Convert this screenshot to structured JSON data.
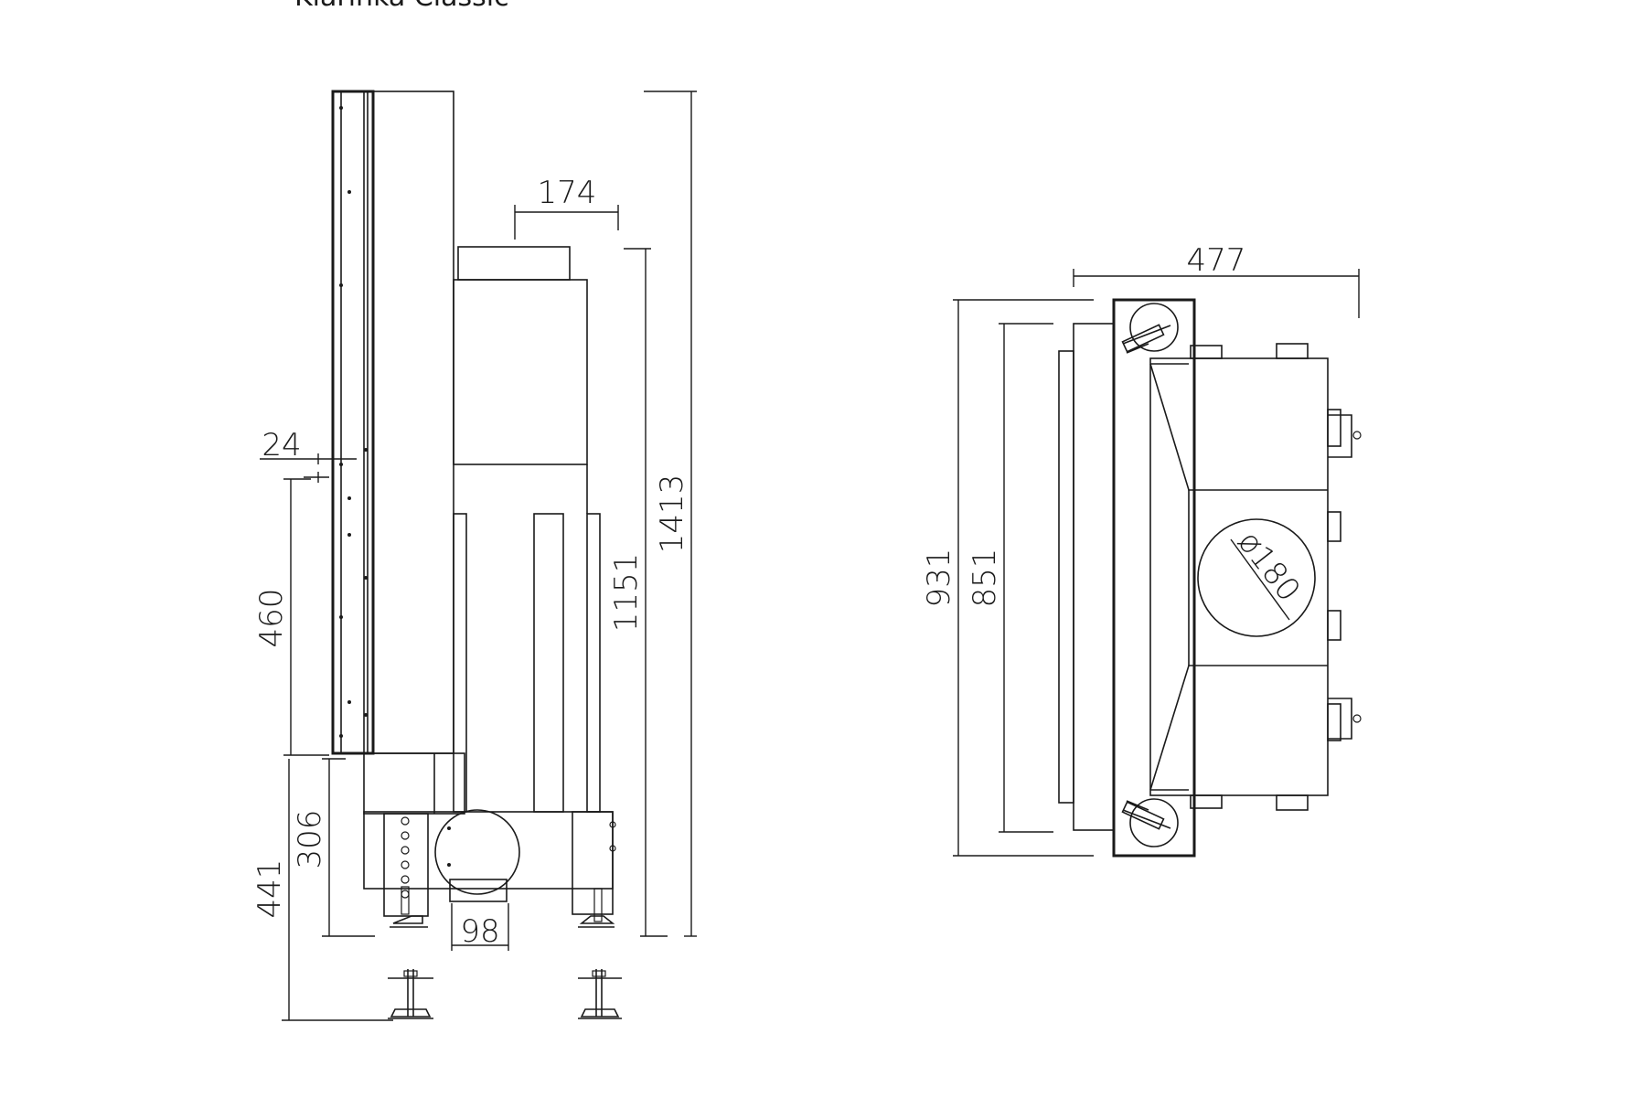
{
  "title": "Klarinka Classic",
  "side_view": {
    "dimensions": {
      "top_pipe_width": "174",
      "glass_offset": "24",
      "door_height": "460",
      "bottom_to_door": "306",
      "floor_to_door": "441",
      "flue_height": "1151",
      "total_height": "1413",
      "pipe_diameter_small": "98"
    }
  },
  "top_view": {
    "dimensions": {
      "depth": "477",
      "width": "931",
      "inner_width": "851",
      "flue_diameter": "ø180"
    }
  }
}
